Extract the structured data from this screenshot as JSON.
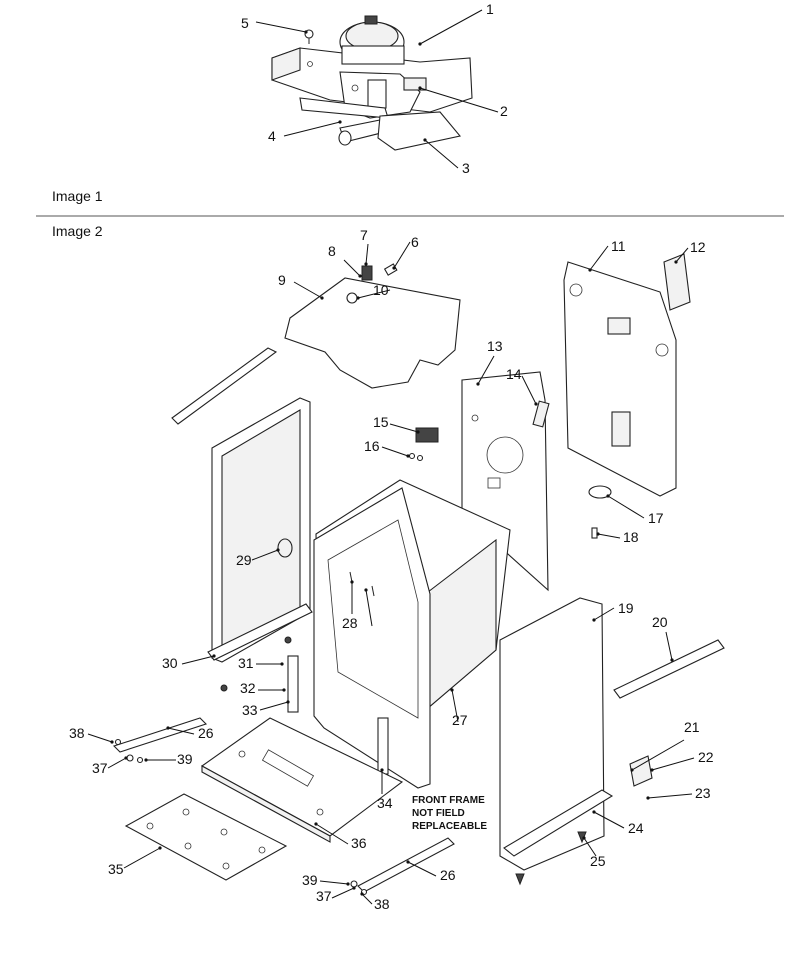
{
  "captions": {
    "image1": "Image 1",
    "image2": "Image 2"
  },
  "note": {
    "line1": "FRONT FRAME",
    "line2": "NOT FIELD",
    "line3": "REPLACEABLE"
  },
  "callouts": [
    {
      "id": "c1",
      "text": "1"
    },
    {
      "id": "c2",
      "text": "2"
    },
    {
      "id": "c3",
      "text": "3"
    },
    {
      "id": "c4",
      "text": "4"
    },
    {
      "id": "c5",
      "text": "5"
    },
    {
      "id": "c6",
      "text": "6"
    },
    {
      "id": "c7",
      "text": "7"
    },
    {
      "id": "c8",
      "text": "8"
    },
    {
      "id": "c9",
      "text": "9"
    },
    {
      "id": "c10",
      "text": "10"
    },
    {
      "id": "c11",
      "text": "11"
    },
    {
      "id": "c12",
      "text": "12"
    },
    {
      "id": "c13",
      "text": "13"
    },
    {
      "id": "c14",
      "text": "14"
    },
    {
      "id": "c15",
      "text": "15"
    },
    {
      "id": "c16",
      "text": "16"
    },
    {
      "id": "c17",
      "text": "17"
    },
    {
      "id": "c18",
      "text": "18"
    },
    {
      "id": "c19",
      "text": "19"
    },
    {
      "id": "c20",
      "text": "20"
    },
    {
      "id": "c21",
      "text": "21"
    },
    {
      "id": "c22",
      "text": "22"
    },
    {
      "id": "c23",
      "text": "23"
    },
    {
      "id": "c24",
      "text": "24"
    },
    {
      "id": "c25",
      "text": "25"
    },
    {
      "id": "c26a",
      "text": "26"
    },
    {
      "id": "c26b",
      "text": "26"
    },
    {
      "id": "c27",
      "text": "27"
    },
    {
      "id": "c28",
      "text": "28"
    },
    {
      "id": "c29",
      "text": "29"
    },
    {
      "id": "c30",
      "text": "30"
    },
    {
      "id": "c31",
      "text": "31"
    },
    {
      "id": "c32",
      "text": "32"
    },
    {
      "id": "c33",
      "text": "33"
    },
    {
      "id": "c34",
      "text": "34"
    },
    {
      "id": "c35",
      "text": "35"
    },
    {
      "id": "c36",
      "text": "36"
    },
    {
      "id": "c37a",
      "text": "37"
    },
    {
      "id": "c37b",
      "text": "37"
    },
    {
      "id": "c38a",
      "text": "38"
    },
    {
      "id": "c38b",
      "text": "38"
    },
    {
      "id": "c39a",
      "text": "39"
    },
    {
      "id": "c39b",
      "text": "39"
    }
  ]
}
